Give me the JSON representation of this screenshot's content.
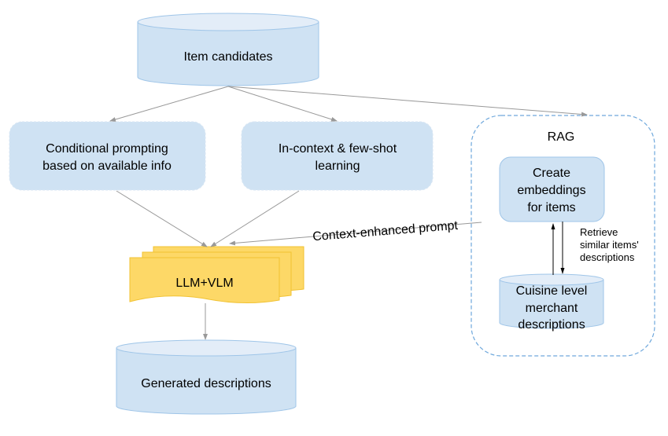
{
  "diagram": {
    "colors": {
      "node_fill": "#cfe2f3",
      "node_top_fill": "#e3edf8",
      "node_stroke": "#9fc5e8",
      "model_fill": "#fdd867",
      "model_stroke": "#f1c232",
      "rag_border": "#6fa8dc",
      "arrow_gray": "#999999",
      "arrow_black": "#000000",
      "text": "#000000"
    },
    "nodes": {
      "item_candidates": {
        "label": "Item candidates",
        "shape": "cylinder"
      },
      "conditional_prompting": {
        "lines": [
          "Conditional prompting",
          "based on available info"
        ],
        "shape": "rounded-rect"
      },
      "in_context_learning": {
        "lines": [
          "In-context & few-shot",
          "learning"
        ],
        "shape": "rounded-rect"
      },
      "rag_group": {
        "label": "RAG",
        "shape": "dashed-rounded-container"
      },
      "create_embeddings": {
        "lines": [
          "Create",
          "embeddings",
          "for items"
        ],
        "shape": "rounded-rect"
      },
      "cuisine_descriptions": {
        "lines": [
          "Cuisine level",
          "merchant",
          "descriptions"
        ],
        "shape": "cylinder"
      },
      "llm_vlm": {
        "label": "LLM+VLM",
        "shape": "stacked-documents"
      },
      "generated_descriptions": {
        "label": "Generated descriptions",
        "shape": "cylinder"
      }
    },
    "edges": {
      "context_enhanced_prompt": {
        "label": "Context-enhanced prompt"
      },
      "retrieve_similar": {
        "lines": [
          "Retrieve",
          "similar items'",
          "descriptions"
        ]
      }
    }
  }
}
